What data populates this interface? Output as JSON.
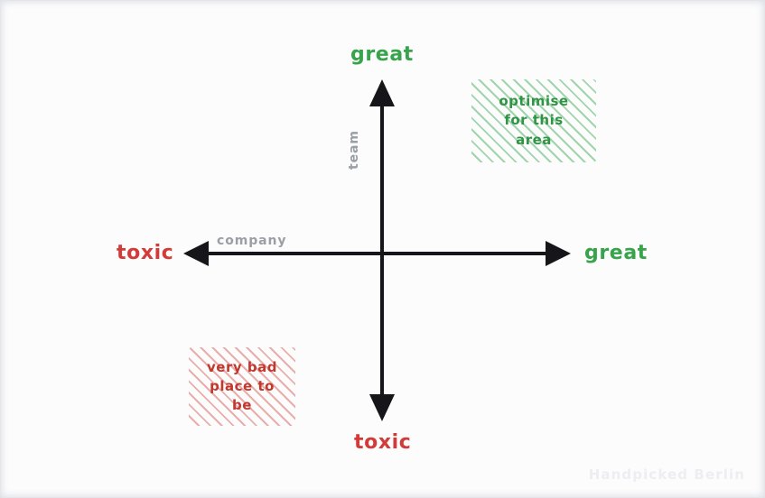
{
  "board": {
    "background_color": "#fcfcfd",
    "axis_color": "#16161a",
    "good_color": "#37a34a",
    "bad_color": "#d33b38",
    "axis_label_color": "#9a9ea5",
    "watermark_color": "#eceef1"
  },
  "axes": {
    "vertical": {
      "name": "team",
      "positive_label": "great",
      "negative_label": "toxic"
    },
    "horizontal": {
      "name": "company",
      "positive_label": "great",
      "negative_label": "toxic"
    }
  },
  "callouts": [
    {
      "id": "optimise-area",
      "quadrant": "top-right",
      "tone": "good",
      "lines": [
        "optimise",
        "for this",
        "area"
      ],
      "align": "center",
      "accent": "#37a34a"
    },
    {
      "id": "very-bad-place",
      "quadrant": "bottom-left",
      "tone": "bad",
      "lines": [
        "very bad",
        "place to",
        "be"
      ],
      "align": "center",
      "accent": "#d33b38"
    }
  ],
  "watermark": {
    "text": "Handpicked Berlin"
  },
  "chart_data": {
    "type": "scatter",
    "title": "",
    "xlabel": "company",
    "ylabel": "team",
    "x_axis_negative_tick": "toxic",
    "x_axis_positive_tick": "great",
    "y_axis_negative_tick": "toxic",
    "y_axis_positive_tick": "great",
    "xlim": [
      -1,
      1
    ],
    "ylim": [
      -1,
      1
    ],
    "grid": false,
    "legend": "none",
    "series": [],
    "annotations": [
      {
        "text": "optimise for this area",
        "quadrant": "top-right",
        "x": 0.55,
        "y": 0.62,
        "color": "#37a34a"
      },
      {
        "text": "very bad place to be",
        "quadrant": "bottom-left",
        "x": -0.52,
        "y": -0.52,
        "color": "#d33b38"
      }
    ]
  }
}
